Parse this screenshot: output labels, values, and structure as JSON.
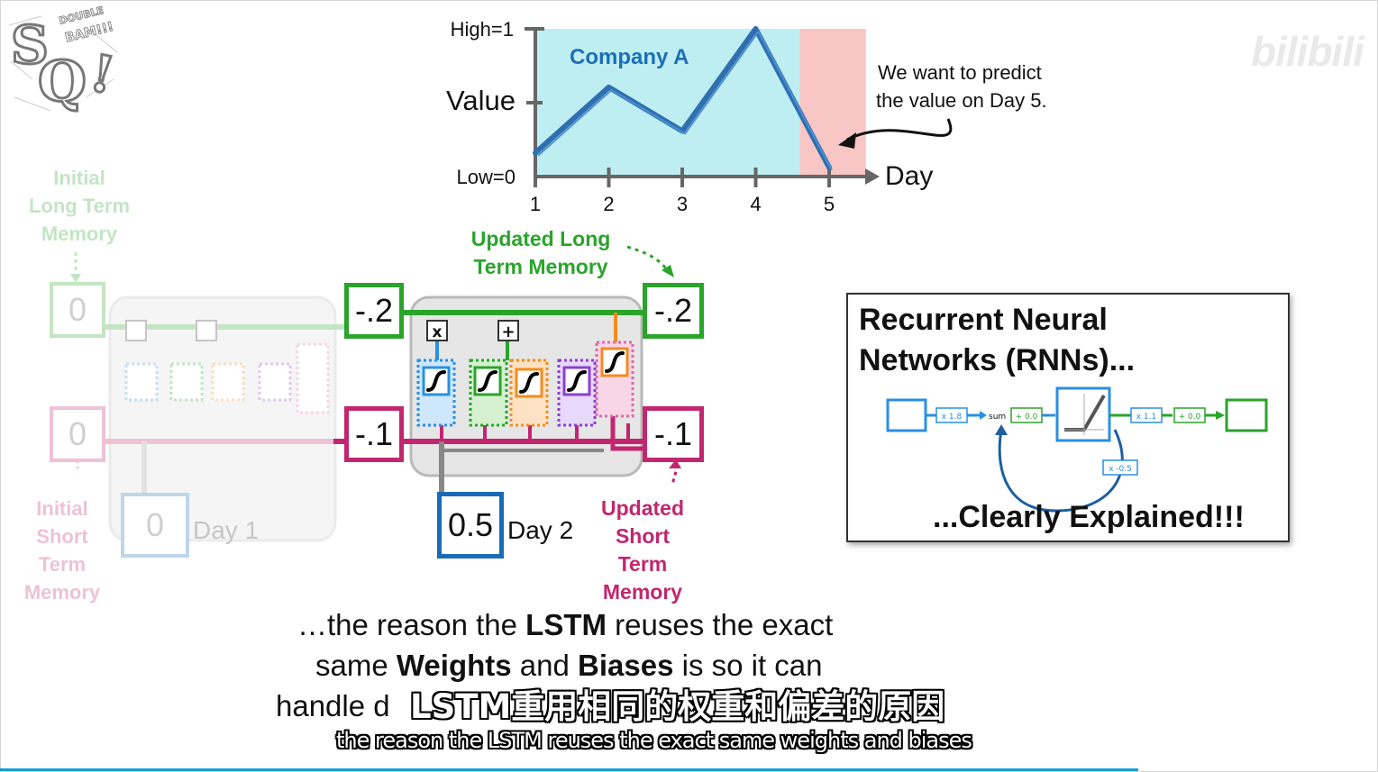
{
  "logo": {
    "text": "StatQuest",
    "lines": [
      "DOUBLE",
      "BAM!!!"
    ]
  },
  "watermark": "bilibili",
  "plot": {
    "y_high": "High=1",
    "y_mid": "Value",
    "y_low": "Low=0",
    "x_axis": "Day",
    "ticks": [
      "1",
      "2",
      "3",
      "4",
      "5"
    ],
    "series_label": "Company A",
    "annotation": [
      "We want to predict",
      "the value on Day 5."
    ],
    "colors": {
      "known": "#bfeef2",
      "predict": "#f8c6c4",
      "line": "#2f6fb0"
    }
  },
  "chart_data": {
    "type": "line",
    "title": "",
    "xlabel": "Day",
    "ylabel": "Value",
    "x": [
      1,
      2,
      3,
      4,
      5
    ],
    "series": [
      {
        "name": "Company A",
        "values": [
          0.15,
          0.6,
          0.3,
          1.0,
          0.05
        ]
      }
    ],
    "ylim": [
      0,
      1
    ],
    "y_tick_labels": [
      "Low=0",
      "High=1"
    ],
    "highlight_region": {
      "from_x": 4.6,
      "to_x": 5.5,
      "color": "#f8c6c4",
      "meaning": "prediction target"
    }
  },
  "lstm": {
    "initial_long": [
      "Initial",
      "Long Term",
      "Memory"
    ],
    "initial_short": [
      "Initial",
      "Short",
      "Term",
      "Memory"
    ],
    "updated_long": [
      "Updated Long",
      "Term Memory"
    ],
    "updated_short": [
      "Updated",
      "Short",
      "Term",
      "Memory"
    ],
    "initial_long_value": "0",
    "initial_short_value": "0",
    "day1_value": "0",
    "day1_label": "Day 1",
    "mid_long_value": "-.2",
    "mid_short_value": "-.1",
    "out_long_value": "-.2",
    "out_short_value": "-.1",
    "day2_value": "0.5",
    "day2_label": "Day 2",
    "multiply_symbol": "x",
    "add_symbol": "+",
    "colors": {
      "long": "#2aa42a",
      "short": "#c2266f",
      "input": "#1a6bb5",
      "gate_blue": "#2a8fe0",
      "gate_green": "#2aa42a",
      "gate_orange": "#f28c1e",
      "gate_purple": "#8a3fd1",
      "gate_pink": "#e06aa6"
    }
  },
  "rnn_card": {
    "title_lines": [
      "Recurrent Neural",
      "Networks (RNNs)..."
    ],
    "footer": "...Clearly Explained!!!",
    "w_in": "x 1.8",
    "bias_in": "+ 0.0",
    "sum": "sum",
    "w_out": "x 1.1",
    "bias_out": "+ 0.0",
    "w_loop": "x -0.5"
  },
  "narration": {
    "line1_pre": "…the reason the ",
    "line1_bold": "LSTM",
    "line1_post": " reuses the exact",
    "line2_pre": "same ",
    "line2_bold1": "Weights",
    "line2_mid": " and ",
    "line2_bold2": "Biases",
    "line2_post": " is so it can",
    "line3": "handle d"
  },
  "subtitles": {
    "zh": "LSTM重用相同的权重和偏差的原因",
    "en": "the reason the LSTM reuses the exact same weights and biases"
  },
  "playback": {
    "progress": 0.826
  }
}
